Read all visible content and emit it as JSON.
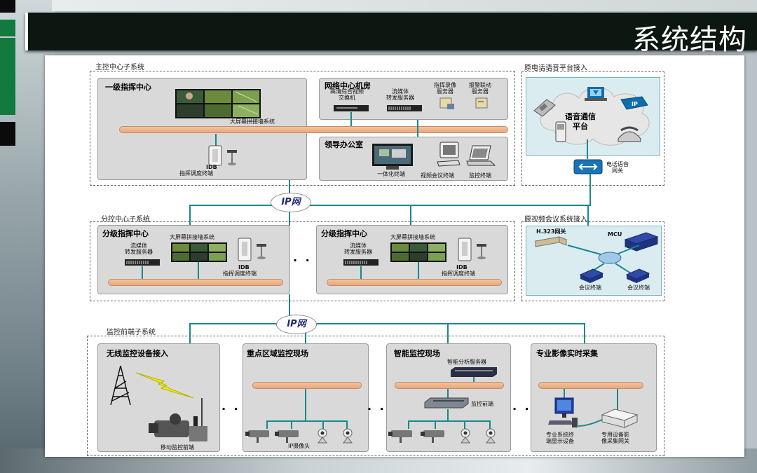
{
  "slide_title": "系统结构",
  "sections": {
    "main_center": "主控中心子系统",
    "phone_platform": "原电话语音平台接入",
    "sub_center": "分控中心子系统",
    "video_conf": "原视频会议系统接入",
    "frontend": "监控前端子系统"
  },
  "main": {
    "command_title": "一级指挥中心",
    "wall_label": "大屏幕拼接墙系统",
    "idb_label": "IDB",
    "idb_terminal": "指挥调度终端",
    "network_room": "网络中心机房",
    "hd_switch": "高清综合视频\n交换机",
    "streaming": "流媒体\n转发服务器",
    "record_server": "指挥录像\n服务器",
    "alarm_server": "报警联动\n服务器",
    "leader_office": "领导办公室",
    "allinone": "一体化终端",
    "video_conf_terminal": "视频会议终端",
    "monitor_terminal": "监控终端"
  },
  "phone": {
    "platform": "语音通信\n平台",
    "ip_badge": "IP",
    "gateway": "电话语音\n网关"
  },
  "ip_net_1": "IP网",
  "ip_net_2": "IP网",
  "sub": {
    "center_title": "分级指挥中心",
    "streaming": "流媒体\n转发服务器",
    "wall_label": "大屏幕拼接墙系统",
    "idb_label": "IDB",
    "idb_terminal": "指挥调度终端",
    "center_title_2": "分级指挥中心",
    "streaming_2": "流媒体\n转发服务器",
    "wall_label_2": "大屏幕拼接墙系统",
    "idb_label_2": "IDB",
    "idb_terminal_2": "指挥调度终端",
    "ellipsis": "· · ·"
  },
  "conf": {
    "h323": "H.323网关",
    "mcu": "MCU",
    "terminal_1": "会议终端",
    "terminal_2": "会议终端"
  },
  "front": {
    "wireless_title": "无线监控设备接入",
    "mobile_front": "移动监控前端",
    "key_area_title": "重点区域监控现场",
    "ip_camera": "IP摄像头",
    "smart_title": "智能监控现场",
    "analysis_server": "智能分析服务器",
    "monitor_front": "监控前端",
    "pro_title": "专业影像实时采集",
    "pro_display": "专业系统终\n端显示设备",
    "pro_gateway": "专用设备影\n像采集网关",
    "ellipsis_1": "· · ·",
    "ellipsis_2": "· · ·",
    "ellipsis_3": "· · ·"
  },
  "colors": {
    "link": "#178a8e",
    "bus": "#eeb58f",
    "panel": "#d9d9d9",
    "title_bar": "#0c1711",
    "accent_green": "#137a3d"
  }
}
